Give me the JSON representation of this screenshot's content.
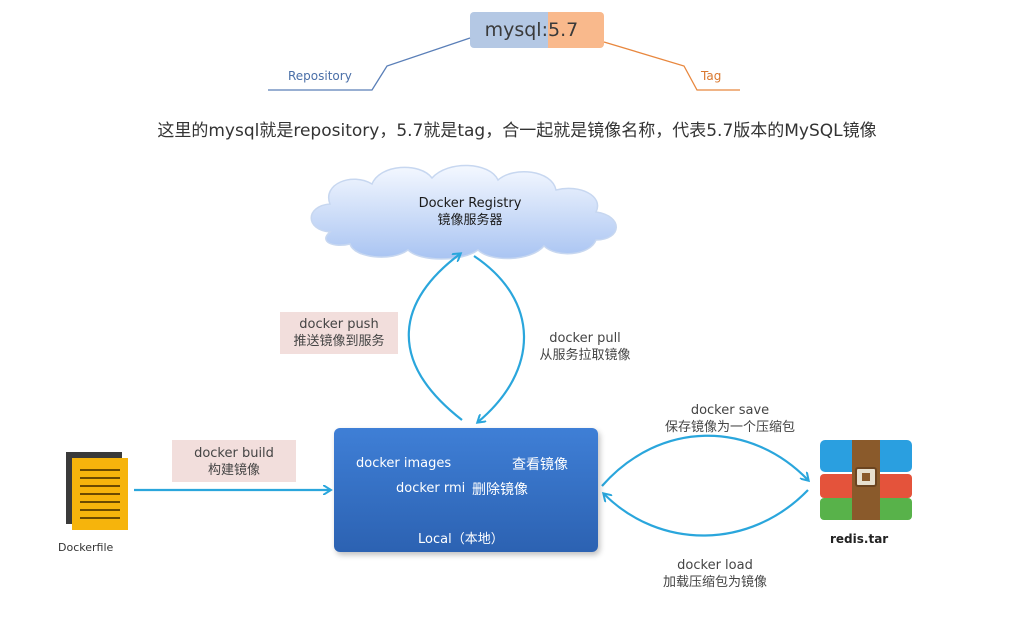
{
  "tag_example": {
    "repository_part": "mysql:",
    "tag_part": "5.7",
    "repository_label": "Repository",
    "tag_label": "Tag"
  },
  "caption": "这里的mysql就是repository，5.7就是tag，合一起就是镜像名称，代表5.7版本的MySQL镜像",
  "registry": {
    "title": "Docker Registry",
    "subtitle": "镜像服务器"
  },
  "push": {
    "command": "docker push",
    "description": "推送镜像到服务"
  },
  "pull": {
    "command": "docker pull",
    "description": "从服务拉取镜像"
  },
  "build": {
    "command": "docker build",
    "description": "构建镜像"
  },
  "dockerfile": {
    "label": "Dockerfile"
  },
  "local": {
    "images_cmd": "docker images",
    "images_desc": "查看镜像",
    "rmi_cmd": "docker rmi",
    "rmi_desc": "删除镜像",
    "label": "Local（本地）"
  },
  "save": {
    "command": "docker save",
    "description": "保存镜像为一个压缩包"
  },
  "load": {
    "command": "docker load",
    "description": "加载压缩包为镜像"
  },
  "archive": {
    "label": "redis.tar"
  },
  "colors": {
    "repository_blue": "#b4c8e4",
    "tag_orange": "#f9b98c",
    "arrow_blue": "#2aa6dc",
    "local_blue": "#3470c4",
    "pink_label_bg": "#f2dedc"
  }
}
